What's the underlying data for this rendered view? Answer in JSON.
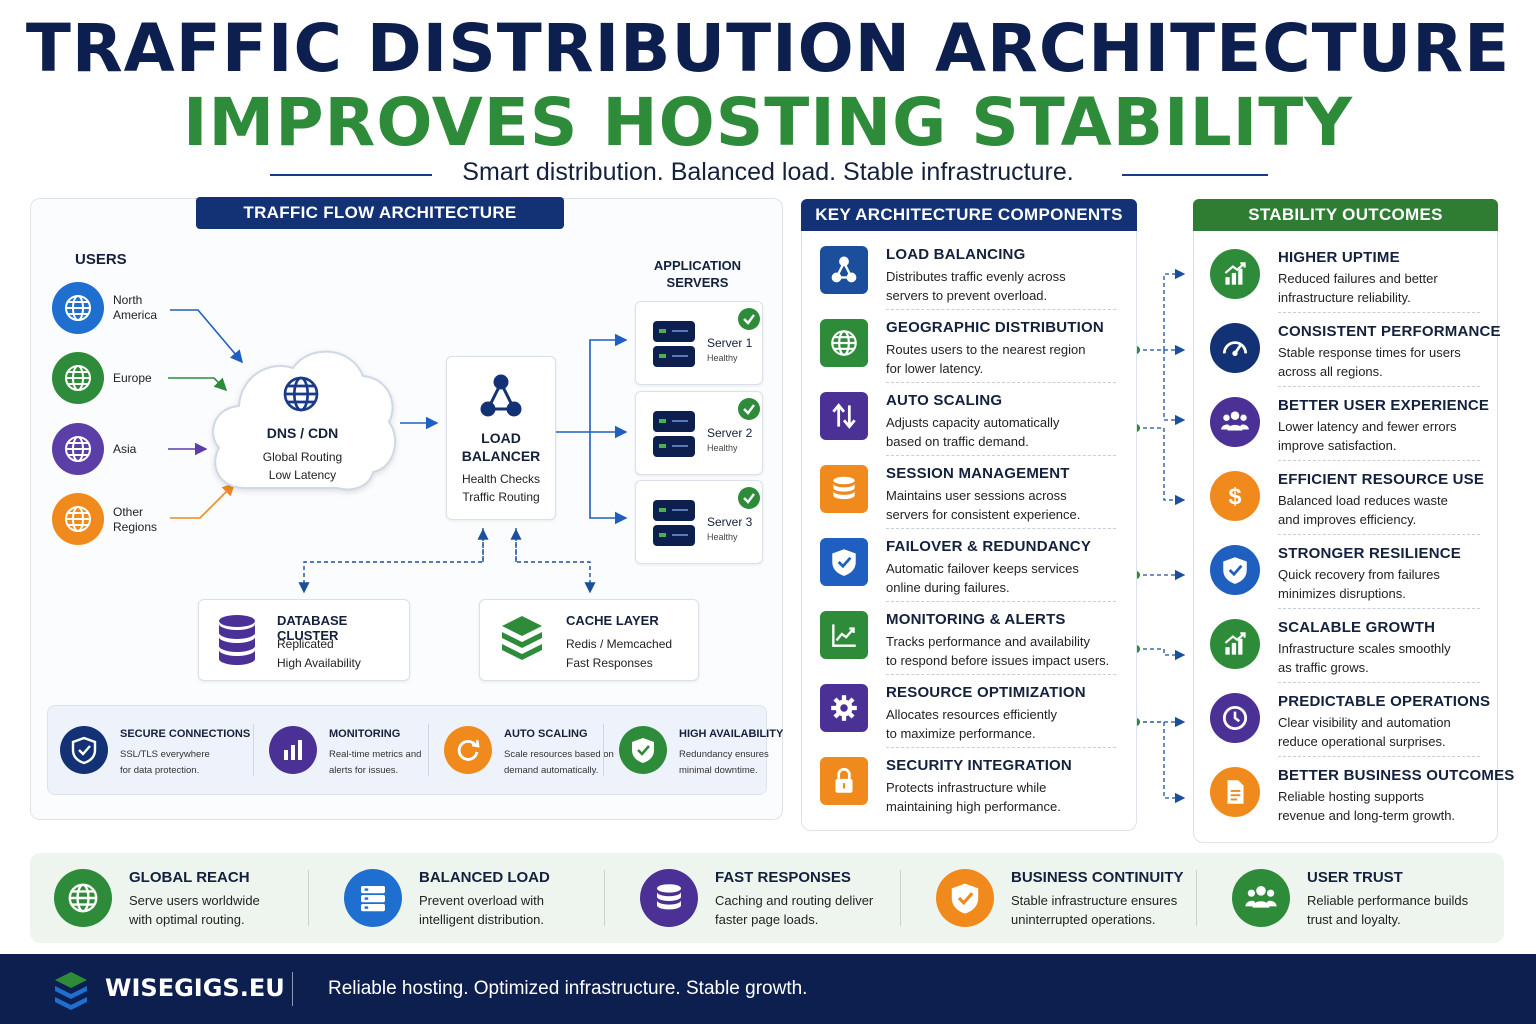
{
  "header": {
    "title_line1": "TRAFFIC DISTRIBUTION ARCHITECTURE",
    "title_line2": "IMPROVES HOSTING STABILITY",
    "subtitle": "Smart distribution. Balanced load. Stable infrastructure."
  },
  "flow": {
    "header": "TRAFFIC FLOW ARCHITECTURE",
    "users_label": "USERS",
    "regions": [
      {
        "line1": "North",
        "line2": "America",
        "color": "#1e6fd0"
      },
      {
        "line1": "Europe",
        "line2": "",
        "color": "#2e8b3a"
      },
      {
        "line1": "Asia",
        "line2": "",
        "color": "#5b3ea6"
      },
      {
        "line1": "Other",
        "line2": "Regions",
        "color": "#f08a1c"
      }
    ],
    "dns": {
      "title": "DNS / CDN",
      "line1": "Global Routing",
      "line2": "Low Latency"
    },
    "lb": {
      "title1": "LOAD",
      "title2": "BALANCER",
      "line1": "Health Checks",
      "line2": "Traffic Routing"
    },
    "servers_label_1": "APPLICATION",
    "servers_label_2": "SERVERS",
    "servers": [
      {
        "name": "Server 1",
        "status": "Healthy"
      },
      {
        "name": "Server 2",
        "status": "Healthy"
      },
      {
        "name": "Server 3",
        "status": "Healthy"
      }
    ],
    "db": {
      "title": "DATABASE CLUSTER",
      "line1": "Replicated",
      "line2": "High Availability"
    },
    "cache": {
      "title": "CACHE LAYER",
      "line1": "Redis / Memcached",
      "line2": "Fast Responses"
    },
    "features": [
      {
        "title": "SECURE CONNECTIONS",
        "line1": "SSL/TLS everywhere",
        "line2": "for data protection.",
        "color": "#123275",
        "icon": "shield-icon"
      },
      {
        "title": "MONITORING",
        "line1": "Real-time metrics and",
        "line2": "alerts for issues.",
        "color": "#4b3196",
        "icon": "bar-chart-icon"
      },
      {
        "title": "AUTO SCALING",
        "line1": "Scale resources based on",
        "line2": "demand automatically.",
        "color": "#f08a1c",
        "icon": "refresh-icon"
      },
      {
        "title": "HIGH AVAILABILITY",
        "line1": "Redundancy ensures",
        "line2": "minimal downtime.",
        "color": "#2e8b3a",
        "icon": "shield-check-icon"
      }
    ]
  },
  "components": {
    "header": "KEY ARCHITECTURE COMPONENTS",
    "items": [
      {
        "title": "LOAD BALANCING",
        "line1": "Distributes traffic evenly across",
        "line2": "servers to prevent overload.",
        "color": "#1b4f9c",
        "icon": "network-icon"
      },
      {
        "title": "GEOGRAPHIC DISTRIBUTION",
        "line1": "Routes users to the nearest region",
        "line2": "for lower latency.",
        "color": "#2e8b3a",
        "icon": "globe-icon"
      },
      {
        "title": "AUTO SCALING",
        "line1": "Adjusts capacity automatically",
        "line2": "based on traffic demand.",
        "color": "#4b3196",
        "icon": "arrows-updown-icon"
      },
      {
        "title": "SESSION MANAGEMENT",
        "line1": "Maintains user sessions across",
        "line2": "servers for consistent experience.",
        "color": "#f08a1c",
        "icon": "database-icon"
      },
      {
        "title": "FAILOVER & REDUNDANCY",
        "line1": "Automatic failover keeps services",
        "line2": "online during failures.",
        "color": "#1e5fc0",
        "icon": "shield-check-icon"
      },
      {
        "title": "MONITORING & ALERTS",
        "line1": "Tracks performance and availability",
        "line2": "to respond before issues impact users.",
        "color": "#2e8b3a",
        "icon": "line-chart-icon"
      },
      {
        "title": "RESOURCE OPTIMIZATION",
        "line1": "Allocates resources efficiently",
        "line2": "to maximize performance.",
        "color": "#4b3196",
        "icon": "gear-icon"
      },
      {
        "title": "SECURITY INTEGRATION",
        "line1": "Protects infrastructure while",
        "line2": "maintaining high performance.",
        "color": "#f08a1c",
        "icon": "lock-icon"
      }
    ]
  },
  "outcomes": {
    "header": "STABILITY OUTCOMES",
    "items": [
      {
        "title": "HIGHER UPTIME",
        "line1": "Reduced failures and better",
        "line2": "infrastructure reliability.",
        "color": "#2e8b3a",
        "icon": "growth-chart-icon"
      },
      {
        "title": "CONSISTENT PERFORMANCE",
        "line1": "Stable response times for users",
        "line2": "across all regions.",
        "color": "#123275",
        "icon": "gauge-icon"
      },
      {
        "title": "BETTER USER EXPERIENCE",
        "line1": "Lower latency and fewer errors",
        "line2": "improve satisfaction.",
        "color": "#4b3196",
        "icon": "users-icon"
      },
      {
        "title": "EFFICIENT RESOURCE USE",
        "line1": "Balanced load reduces waste",
        "line2": "and improves efficiency.",
        "color": "#f08a1c",
        "icon": "dollar-icon"
      },
      {
        "title": "STRONGER RESILIENCE",
        "line1": "Quick recovery from failures",
        "line2": "minimizes disruptions.",
        "color": "#1e5fc0",
        "icon": "shield-check-icon"
      },
      {
        "title": "SCALABLE GROWTH",
        "line1": "Infrastructure scales smoothly",
        "line2": "as traffic grows.",
        "color": "#2e8b3a",
        "icon": "growth-chart-icon"
      },
      {
        "title": "PREDICTABLE OPERATIONS",
        "line1": "Clear visibility and automation",
        "line2": "reduce operational surprises.",
        "color": "#4b3196",
        "icon": "clock-icon"
      },
      {
        "title": "BETTER BUSINESS OUTCOMES",
        "line1": "Reliable hosting supports",
        "line2": "revenue and long-term growth.",
        "color": "#f08a1c",
        "icon": "document-icon"
      }
    ]
  },
  "benefits": [
    {
      "title": "GLOBAL REACH",
      "line1": "Serve users worldwide",
      "line2": "with optimal routing.",
      "color": "#2e8b3a",
      "icon": "globe-icon"
    },
    {
      "title": "BALANCED LOAD",
      "line1": "Prevent overload with",
      "line2": "intelligent distribution.",
      "color": "#1e6fd0",
      "icon": "server-icon"
    },
    {
      "title": "FAST RESPONSES",
      "line1": "Caching and routing deliver",
      "line2": "faster page loads.",
      "color": "#4b3196",
      "icon": "database-icon"
    },
    {
      "title": "BUSINESS CONTINUITY",
      "line1": "Stable infrastructure ensures",
      "line2": "uninterrupted operations.",
      "color": "#f08a1c",
      "icon": "shield-check-icon"
    },
    {
      "title": "USER TRUST",
      "line1": "Reliable performance builds",
      "line2": "trust and loyalty.",
      "color": "#2e8b3a",
      "icon": "users-icon"
    }
  ],
  "footer": {
    "brand": "WISEGIGS.EU",
    "tagline": "Reliable hosting. Optimized infrastructure. Stable growth."
  }
}
